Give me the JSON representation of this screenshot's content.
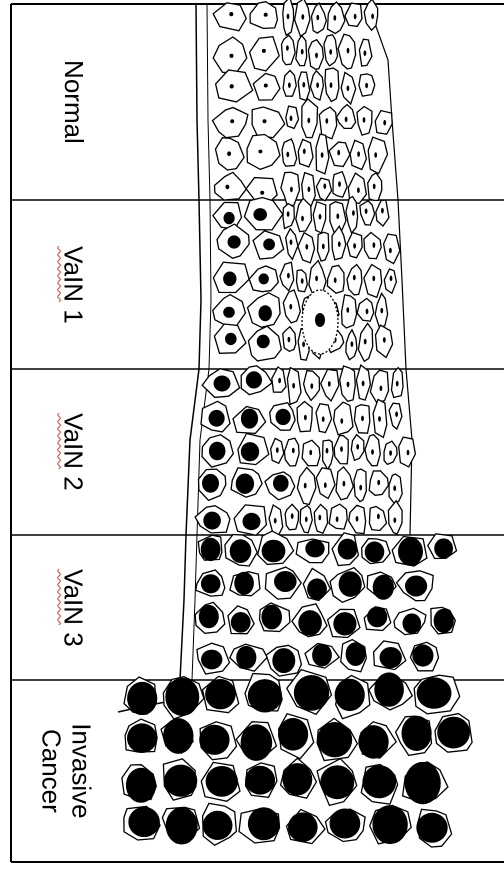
{
  "figure": {
    "stages": [
      {
        "id": "normal",
        "lines": [
          "Normal"
        ]
      },
      {
        "id": "vain1",
        "lines": [
          "VaIN 1"
        ],
        "spellcheck_underline": "VaIN"
      },
      {
        "id": "vain2",
        "lines": [
          "VaIN 2"
        ],
        "spellcheck_underline": "VaIN"
      },
      {
        "id": "vain3",
        "lines": [
          "VaIN 3"
        ],
        "spellcheck_underline": "VaIN"
      },
      {
        "id": "invasive",
        "lines": [
          "Invasive",
          "Cancer"
        ]
      }
    ],
    "colors": {
      "ink": "#000000",
      "paper": "#ffffff",
      "spellcheck": "#d23a2a"
    },
    "nucleus_fill_by_stage": [
      0.12,
      0.38,
      0.55,
      0.7,
      0.82
    ]
  }
}
